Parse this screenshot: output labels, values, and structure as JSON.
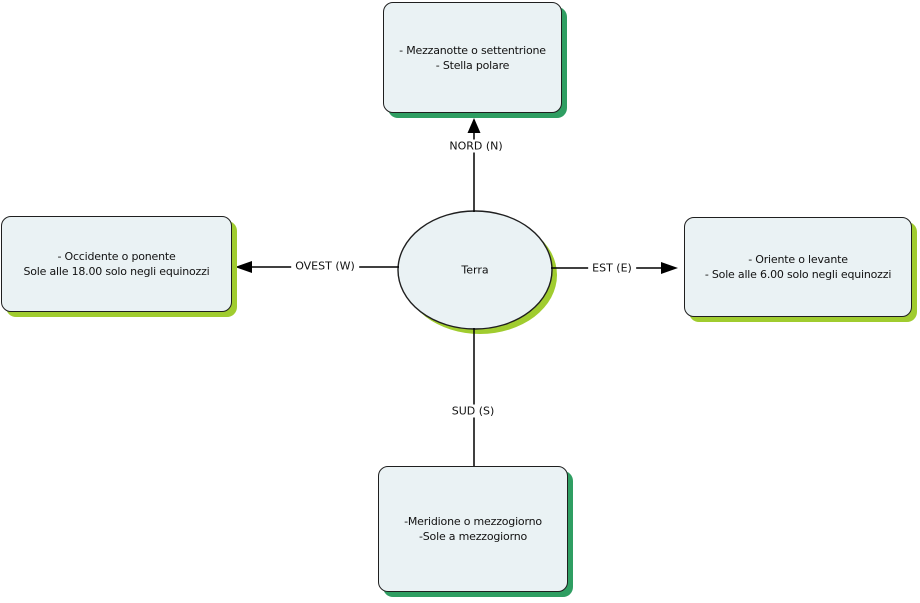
{
  "diagram": {
    "center": {
      "label": "Terra"
    },
    "directions": {
      "north": {
        "label": "NORD (N)"
      },
      "south": {
        "label": "SUD (S)"
      },
      "west": {
        "label": "OVEST (W)"
      },
      "east": {
        "label": "EST (E)"
      }
    },
    "boxes": {
      "north": {
        "line1": "- Mezzanotte o settentrione",
        "line2": "- Stella polare"
      },
      "west": {
        "line1": "- Occidente o ponente",
        "line2": "Sole alle 18.00 solo negli equinozzi"
      },
      "east": {
        "line1": "- Oriente o levante",
        "line2": "- Sole alle 6.00 solo negli equinozzi"
      },
      "south": {
        "line1": "-Meridione o mezzogiorno",
        "line2": "-Sole a mezzogiorno"
      }
    },
    "colors": {
      "box_fill": "#eaf2f4",
      "box_border": "#1f1f1f",
      "shadow_green": "#2f9e62",
      "shadow_lime": "#a0cc2f",
      "line_color": "#000000",
      "text_color": "#111111"
    }
  }
}
